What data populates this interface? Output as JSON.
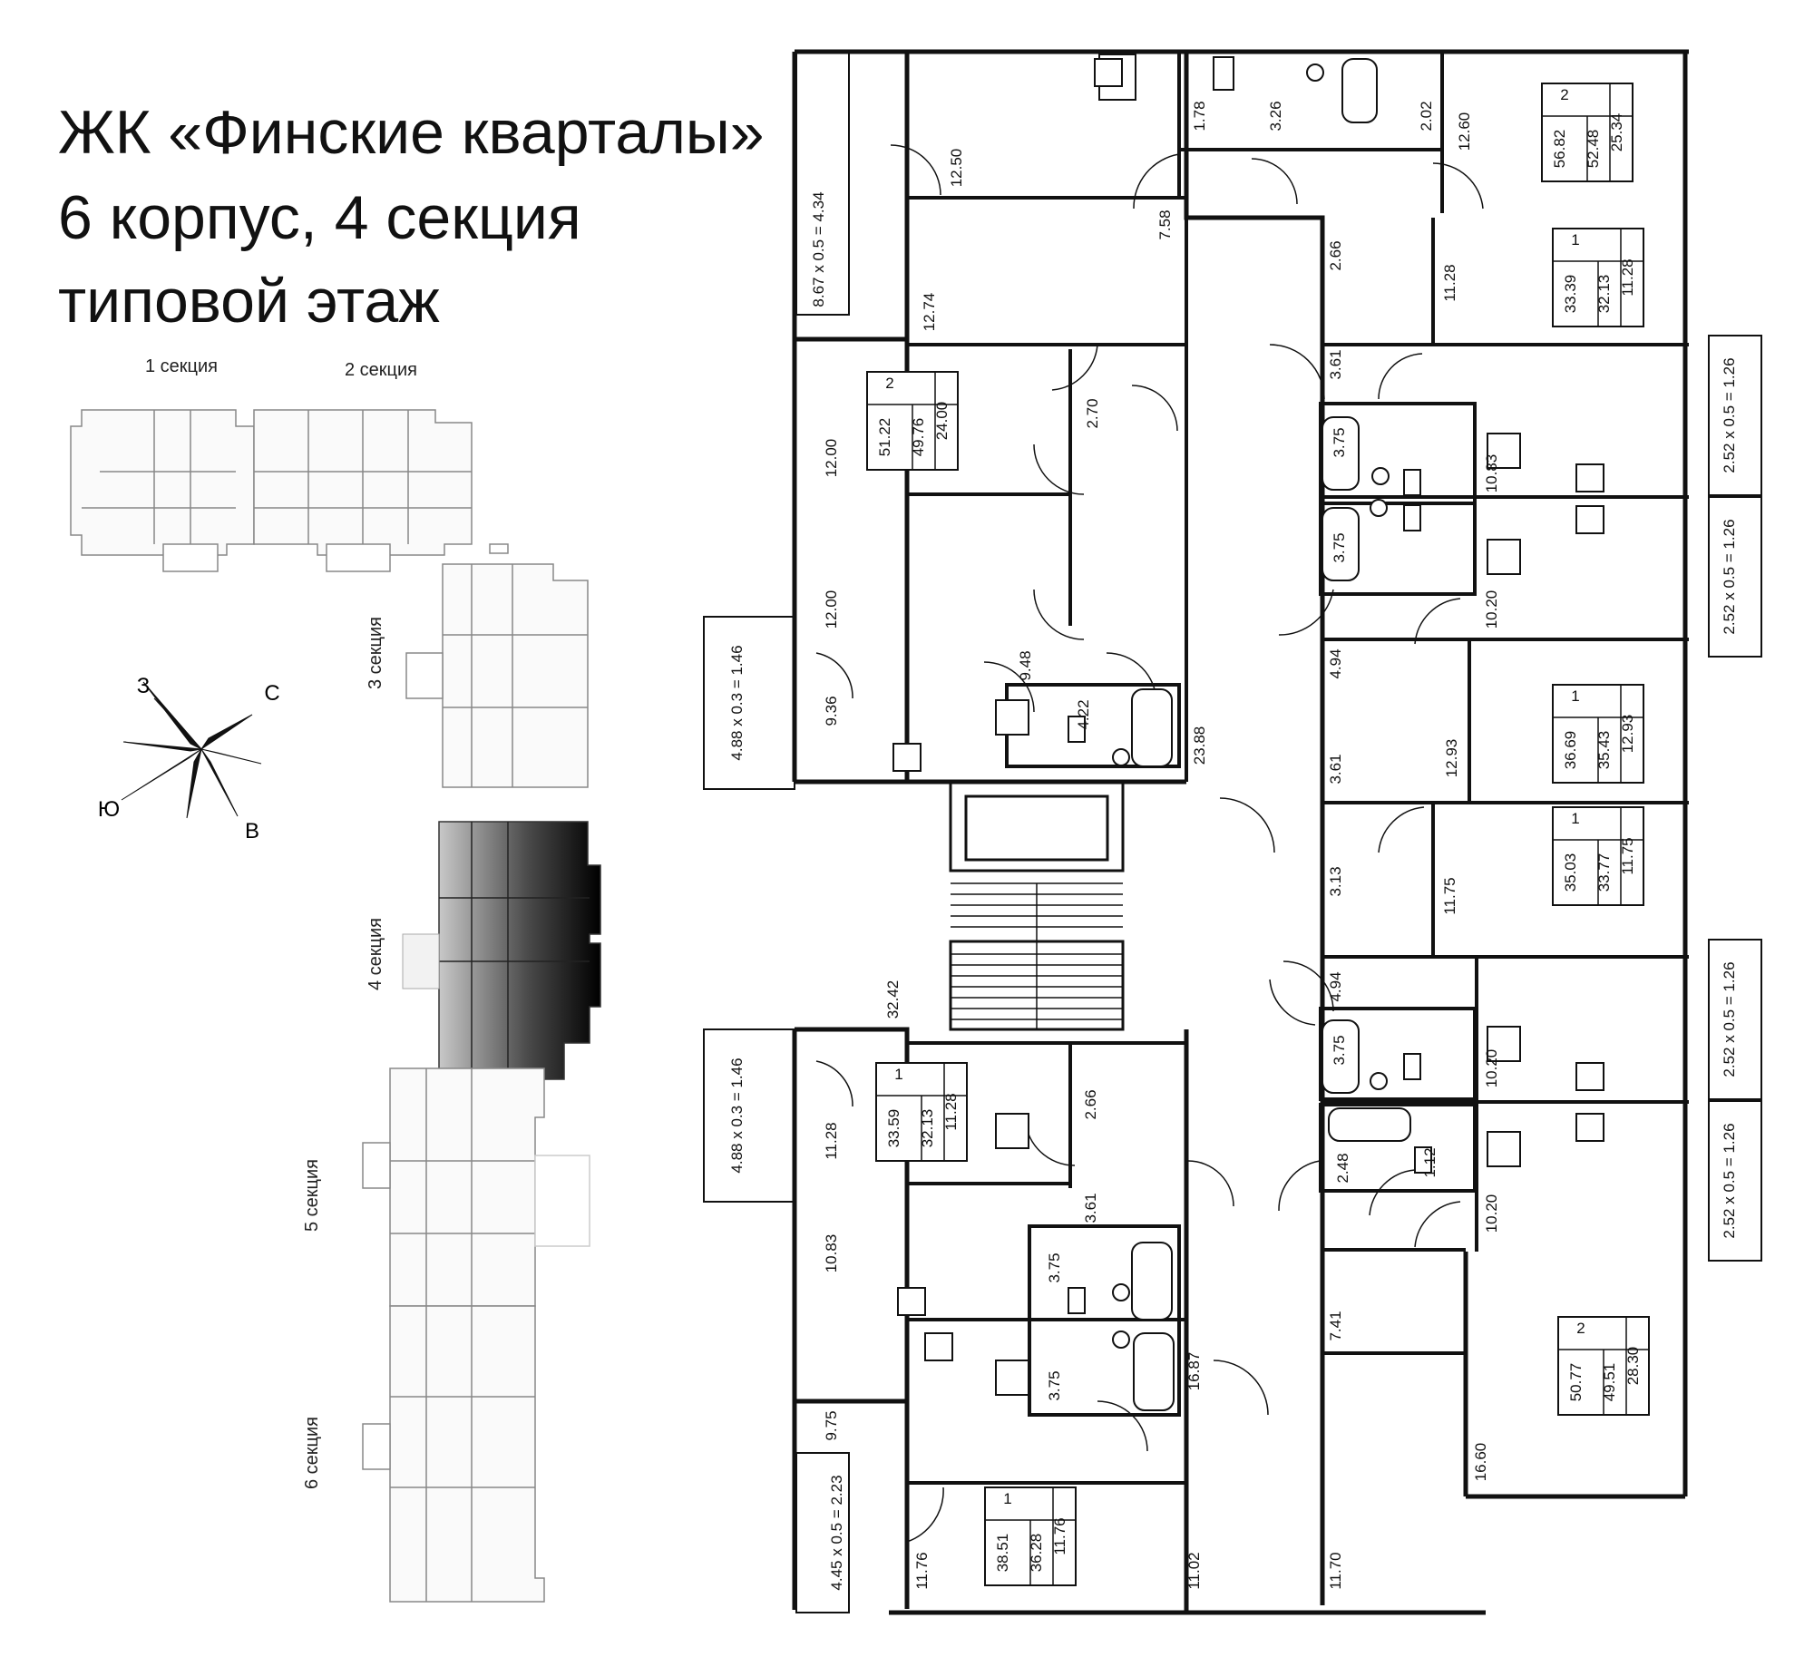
{
  "header": {
    "line1": "ЖК «Финские кварталы»",
    "line2": "6 корпус, 4 секция",
    "line3": "типовой этаж"
  },
  "key_plan": {
    "section_labels": [
      "1 секция",
      "2 секция",
      "3 секция",
      "4 секция",
      "5 секция",
      "6 секция"
    ],
    "highlighted_section": "4 секция"
  },
  "compass": {
    "n": "С",
    "s": "Ю",
    "w": "З",
    "e": "В"
  },
  "balconies": [
    "8.67 x 0.5 = 4.34",
    "4.88 x 0.3 = 1.46",
    "4.88 x 0.3 = 1.46",
    "4.45 x 0.5 = 2.23",
    "2.52 x 0.5 = 1.26",
    "2.52 x 0.5 = 1.26",
    "2.52 x 0.5 = 1.26",
    "2.52 x 0.5 = 1.26"
  ],
  "room_areas": [
    "12.50",
    "1.78",
    "3.26",
    "2.02",
    "12.60",
    "7.58",
    "12.74",
    "2.66",
    "11.28",
    "3.61",
    "2.70",
    "12.00",
    "12.00",
    "3.75",
    "10.83",
    "3.75",
    "10.20",
    "9.48",
    "9.36",
    "4.22",
    "23.88",
    "4.94",
    "3.61",
    "12.93",
    "3.13",
    "11.75",
    "32.42",
    "4.94",
    "3.75",
    "10.20",
    "2.66",
    "11.28",
    "3.61",
    "2.48",
    "1.12",
    "10.20",
    "10.83",
    "3.75",
    "3.75",
    "7.41",
    "16.87",
    "9.75",
    "16.60",
    "11.76",
    "11.02",
    "11.70"
  ],
  "apartments": [
    {
      "rooms": "2",
      "living": "25.34",
      "total": "52.48",
      "area": "56.82"
    },
    {
      "rooms": "1",
      "living": "11.28",
      "total": "32.13",
      "area": "33.39"
    },
    {
      "rooms": "2",
      "living": "24.00",
      "total": "49.76",
      "area": "51.22"
    },
    {
      "rooms": "1",
      "living": "12.93",
      "total": "35.43",
      "area": "36.69"
    },
    {
      "rooms": "1",
      "living": "11.75",
      "total": "33.77",
      "area": "35.03"
    },
    {
      "rooms": "1",
      "living": "11.28",
      "total": "32.13",
      "area": "33.59"
    },
    {
      "rooms": "2",
      "living": "28.30",
      "total": "49.51",
      "area": "50.77"
    },
    {
      "rooms": "1",
      "living": "11.76",
      "total": "36.28",
      "area": "38.51"
    }
  ]
}
